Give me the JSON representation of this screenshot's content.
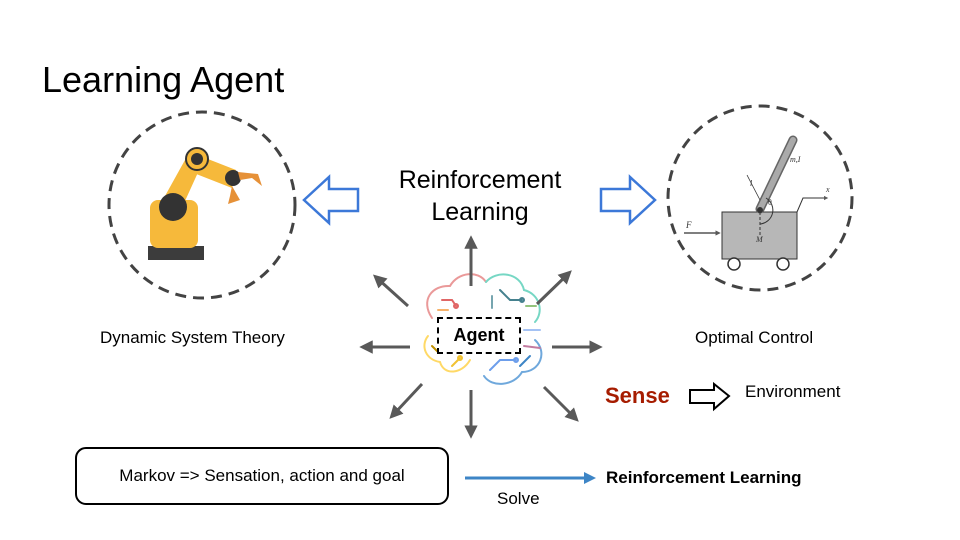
{
  "slide": {
    "title": "Learning Agent",
    "center_label": "Reinforcement\nLearning",
    "left_caption": "Dynamic System Theory",
    "right_caption": "Optimal Control",
    "agent_label": "Agent",
    "sense_label": "Sense",
    "environment_label": "Environment",
    "markov_text": "Markov => Sensation, action and goal",
    "solve_label": "Solve",
    "result_label": "Reinforcement Learning"
  },
  "cartpole": {
    "force_label": "F",
    "mass_label": "M",
    "pole_label": "m,I",
    "length_label": "l",
    "angle_label": "θ",
    "axis_label": "x"
  },
  "colors": {
    "outline_arrow": "#3c78d8",
    "sense": "#a61c00",
    "solve_arrow": "#3d85c6",
    "spoke_arrow": "#595959",
    "robot_arm": "#f6b93b",
    "cart": "#b7b7b7"
  }
}
